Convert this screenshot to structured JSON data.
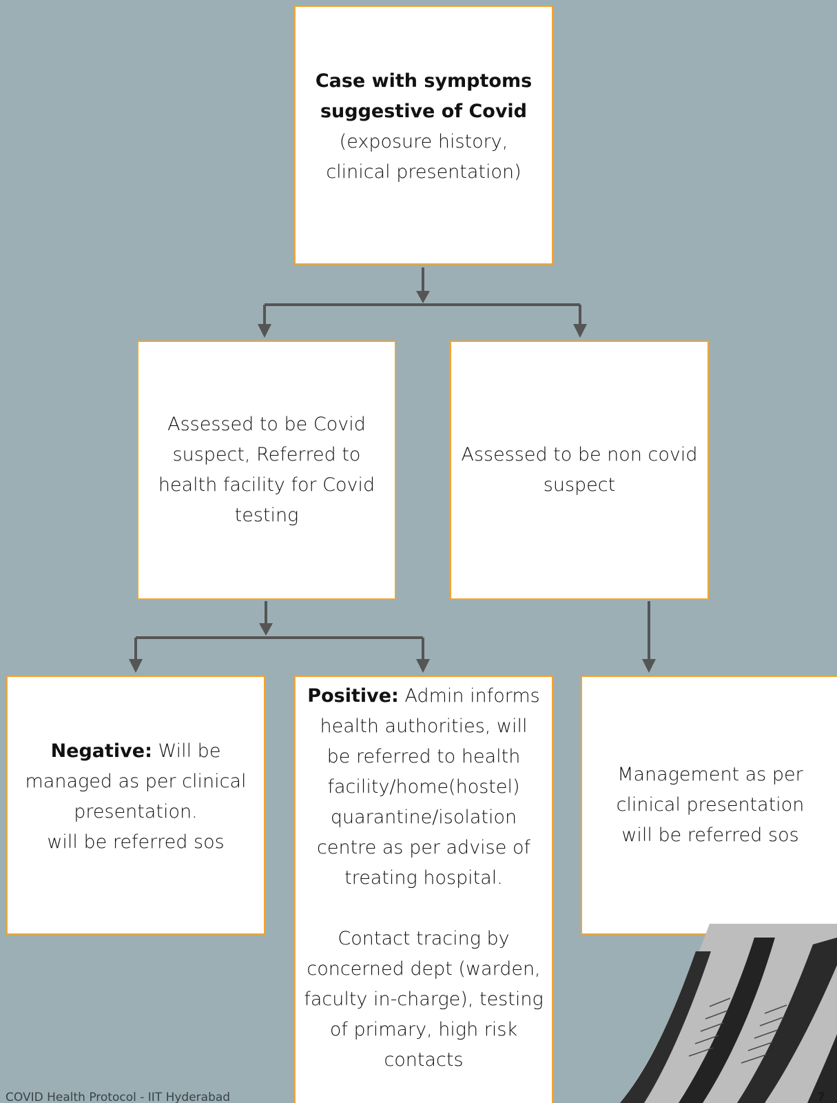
{
  "flowchart": {
    "root": {
      "title": "Case with symptoms suggestive of Covid",
      "title_lines": [
        "Case with symptoms",
        "suggestive of Covid"
      ],
      "detail_lines": [
        "(exposure history,",
        "clinical presentation)"
      ]
    },
    "covid_suspect": {
      "lines": [
        "Assessed to be Covid",
        "suspect, Referred to",
        "health facility for Covid",
        "testing"
      ]
    },
    "non_covid_suspect": {
      "lines": [
        "Assessed to be non covid",
        "suspect"
      ]
    },
    "negative": {
      "label": "Negative:",
      "lines": [
        "Will be",
        "managed as per clinical",
        "presentation.",
        "will be referred sos"
      ]
    },
    "positive": {
      "label": "Positive:",
      "lines": [
        "Admin informs",
        "health authorities, will",
        "be referred to health",
        "facility/home(hostel)",
        "quarantine/isolation",
        "centre as per advise of",
        "treating hospital."
      ],
      "contact_lines": [
        "Contact tracing by",
        "concerned dept (warden,",
        "faculty in-charge), testing",
        "of primary, high risk",
        "contacts"
      ]
    },
    "management": {
      "lines": [
        "Management as per",
        "clinical presentation",
        "will be referred sos"
      ]
    }
  },
  "footer": {
    "text": "COVID Health Protocol - IIT Hyderabad",
    "page_number": "7"
  },
  "colors": {
    "background": "#9cafb5",
    "box_border": "#f2a530",
    "box_fill": "#ffffff",
    "connector": "#555555"
  }
}
